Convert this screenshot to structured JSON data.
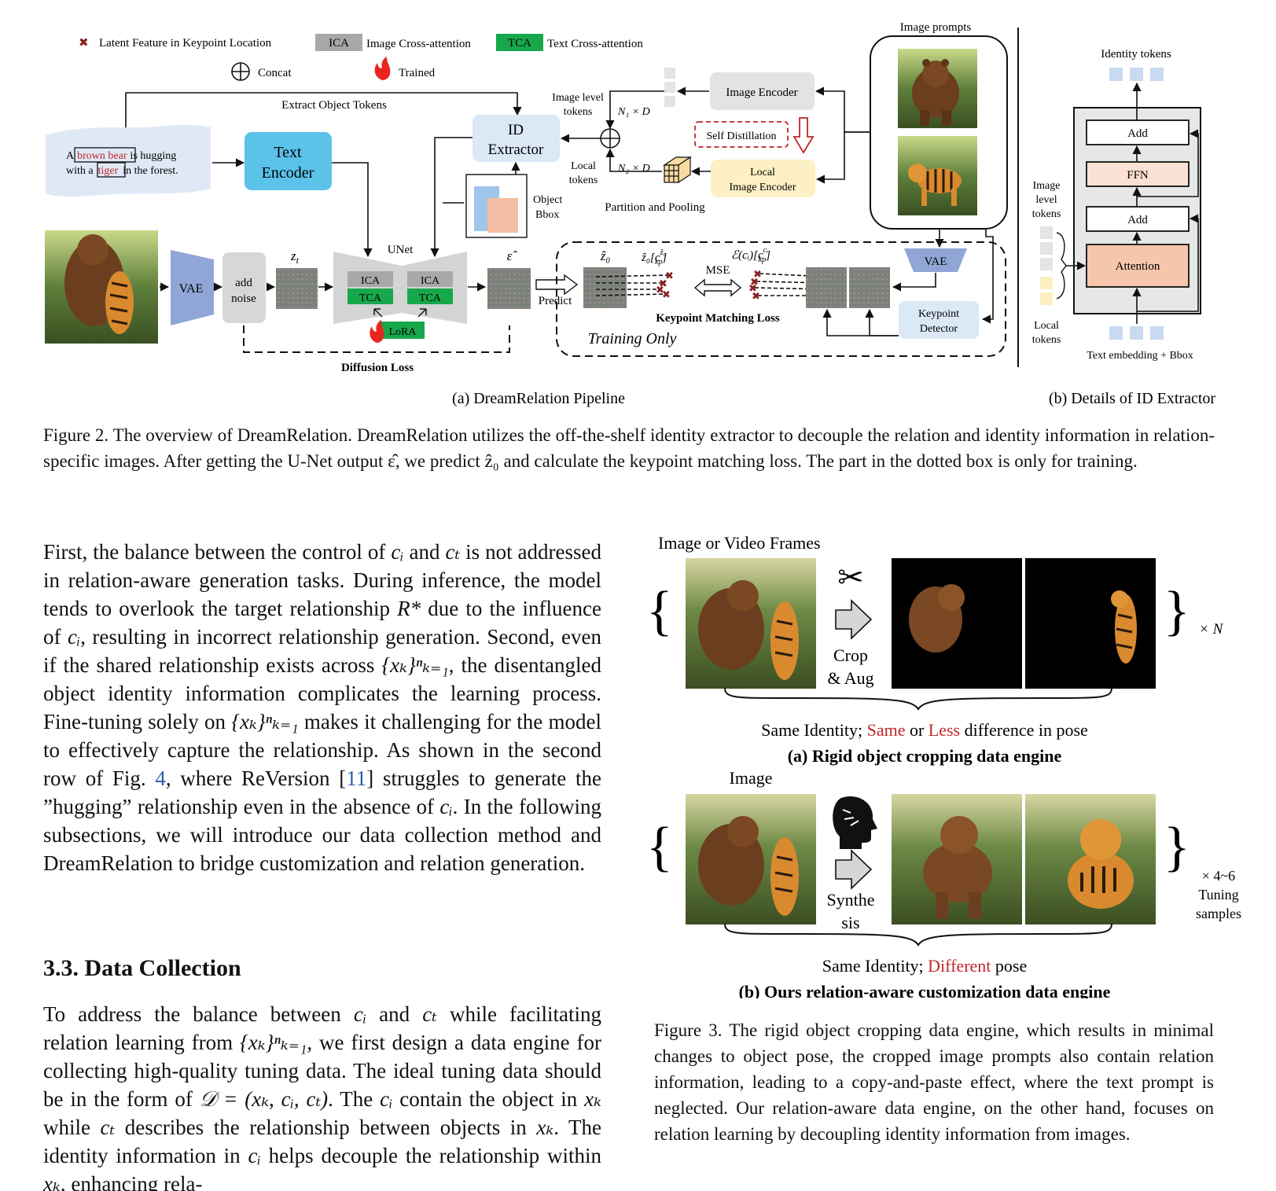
{
  "figure2": {
    "legend": {
      "latent_feature": "Latent Feature in Keypoint Location",
      "ica_tag": "ICA",
      "ica_text": "Image Cross-attention",
      "tca_tag": "TCA",
      "tca_text": "Text Cross-attention",
      "concat": "Concat",
      "trained": "Trained"
    },
    "prompt_text": {
      "a": "A",
      "brown_bear": "brown bear",
      "is_hugging": "is hugging",
      "with_a": "with a",
      "tiger": "tiger",
      "in_forest": "in the forest."
    },
    "extract_object_tokens": "Extract Object Tokens",
    "text_encoder": [
      "Text",
      "Encoder"
    ],
    "id_extractor": [
      "ID",
      "Extractor"
    ],
    "image_level_tokens": [
      "Image level",
      "tokens"
    ],
    "local_tokens": [
      "Local",
      "tokens"
    ],
    "n1d": "N₁ × D",
    "n2d": "N₂ × D",
    "image_encoder": "Image Encoder",
    "local_image_encoder": [
      "Local",
      "Image Encoder"
    ],
    "self_distillation": "Self Distillation",
    "partition_pooling": "Partition and Pooling",
    "object_bbox": [
      "Object",
      "Bbox"
    ],
    "image_prompts": "Image prompts",
    "vae": "VAE",
    "add_noise": [
      "add",
      "noise"
    ],
    "zt": "z",
    "zt_sub": "t",
    "unet": "UNet",
    "ica": "ICA",
    "tca": "TCA",
    "lora": "LoRA",
    "eps_hat": "ε̂",
    "predict": "Predict",
    "z0_hat": "ẑ₀",
    "z0_ckp": "ẑ₀[c",
    "ckp_sup": "ẑ₀",
    "kp": "kp",
    "eci": "ℰ(cᵢ)[c",
    "eci_sup": "cᵢ",
    "mse": "MSE",
    "keypoint_matching_loss": "Keypoint Matching Loss",
    "training_only": "Training Only",
    "keypoint_detector": [
      "Keypoint",
      "Detector"
    ],
    "diffusion_loss": "Diffusion Loss",
    "sub_a": "(a) DreamRelation Pipeline",
    "sub_b": "(b) Details of ID Extractor",
    "id_detail": {
      "identity_tokens": "Identity tokens",
      "add": "Add",
      "ffn": "FFN",
      "attention": "Attention",
      "image_level_tokens": [
        "Image",
        "level",
        "tokens"
      ],
      "local_tokens": [
        "Local",
        "tokens"
      ],
      "text_embedding_bbox": "Text embedding + Bbox"
    },
    "caption": "Figure 2. The overview of DreamRelation. DreamRelation utilizes the off-the-shelf identity extractor to decouple the relation and identity information in relation-specific images. After getting the U-Net output ε̂, we predict ẑ₀ and calculate the keypoint matching loss. The part in the dotted box is only for training."
  },
  "figure3": {
    "image_or_video_frames": "Image or Video Frames",
    "crop_aug": [
      "Crop",
      "& Aug"
    ],
    "times_n": "× N",
    "same_identity_a": {
      "p1": "Same Identity; ",
      "same": "Same",
      "or": " or ",
      "less": "Less",
      "p2": " difference in pose"
    },
    "title_a": "(a) Rigid object cropping data engine",
    "image": "Image",
    "synthesis": [
      "Synthe",
      "sis"
    ],
    "times_46": "× 4~6",
    "tuning": "Tuning",
    "samples": "samples",
    "same_identity_b": {
      "p1": "Same Identity; ",
      "different": "Different",
      "p2": " pose"
    },
    "title_b": "(b) Ours relation-aware customization data engine",
    "caption": "Figure 3. The rigid object cropping data engine, which results in minimal changes to object pose, the cropped image prompts also contain relation information, leading to a copy-and-paste effect, where the text prompt is neglected. Our relation-aware data engine, on the other hand, focuses on relation learning by decoupling identity information from images."
  },
  "text": {
    "para1": {
      "s1": "First, the balance between the control of ",
      "ci": "cᵢ",
      "and": " and ",
      "ct": "cₜ",
      "s2": " is not addressed in relation-aware generation tasks. During inference, the model tends to overlook the target relationship ",
      "rstar": "R*",
      "s3": " due to the influence of ",
      "s4": ", resulting in incorrect relationship generation.  Second, even if the shared relationship exists across ",
      "xk": "{xₖ}ⁿₖ₌₁",
      "s5": ", the disentangled object identity information complicates the learning process.  Fine-tuning solely on ",
      "s6": " makes it challenging for the model to effectively capture the relationship. As shown in the second row of Fig. ",
      "fig4": "4",
      "s7": ", where ReVersion [",
      "ref11": "11",
      "s8": "] struggles to generate the ”hugging” relationship even in the absence of ",
      "s9": ". In the following subsections, we will introduce our data collection method and DreamRelation to bridge customization and relation generation."
    },
    "heading": "3.3. Data Collection",
    "para2": {
      "s1": "To address the balance between ",
      "and": " and ",
      "s2": " while facilitating relation learning from ",
      "s3": ", we first design a data engine for collecting high-quality tuning data.  The ideal tuning data should be in the form of ",
      "d": "𝒟 = (xₖ, cᵢ, cₜ)",
      "s4": ". The ",
      "s5": " contain the object in ",
      "xk1": "xₖ",
      "s6": " while ",
      "s7": " describes the relationship between objects in ",
      "s8": ". The identity information in ",
      "s9": " helps decouple the relationship within ",
      "s10": ", enhancing rela-"
    }
  },
  "colors": {
    "text_encoder_bg": "#5bc2ea",
    "id_extractor_bg": "#dbe8f5",
    "image_encoder_bg": "#e3e3e3",
    "local_encoder_bg": "#fcf0c4",
    "vae_bg": "#8fa6d6",
    "tca_bg": "#18a84c",
    "ica_bg": "#a8a8a8",
    "attention_bg": "#f6c6aa",
    "ffn_bg": "#fbe1d3",
    "red": "#c0262a",
    "link": "#2a5db0"
  }
}
